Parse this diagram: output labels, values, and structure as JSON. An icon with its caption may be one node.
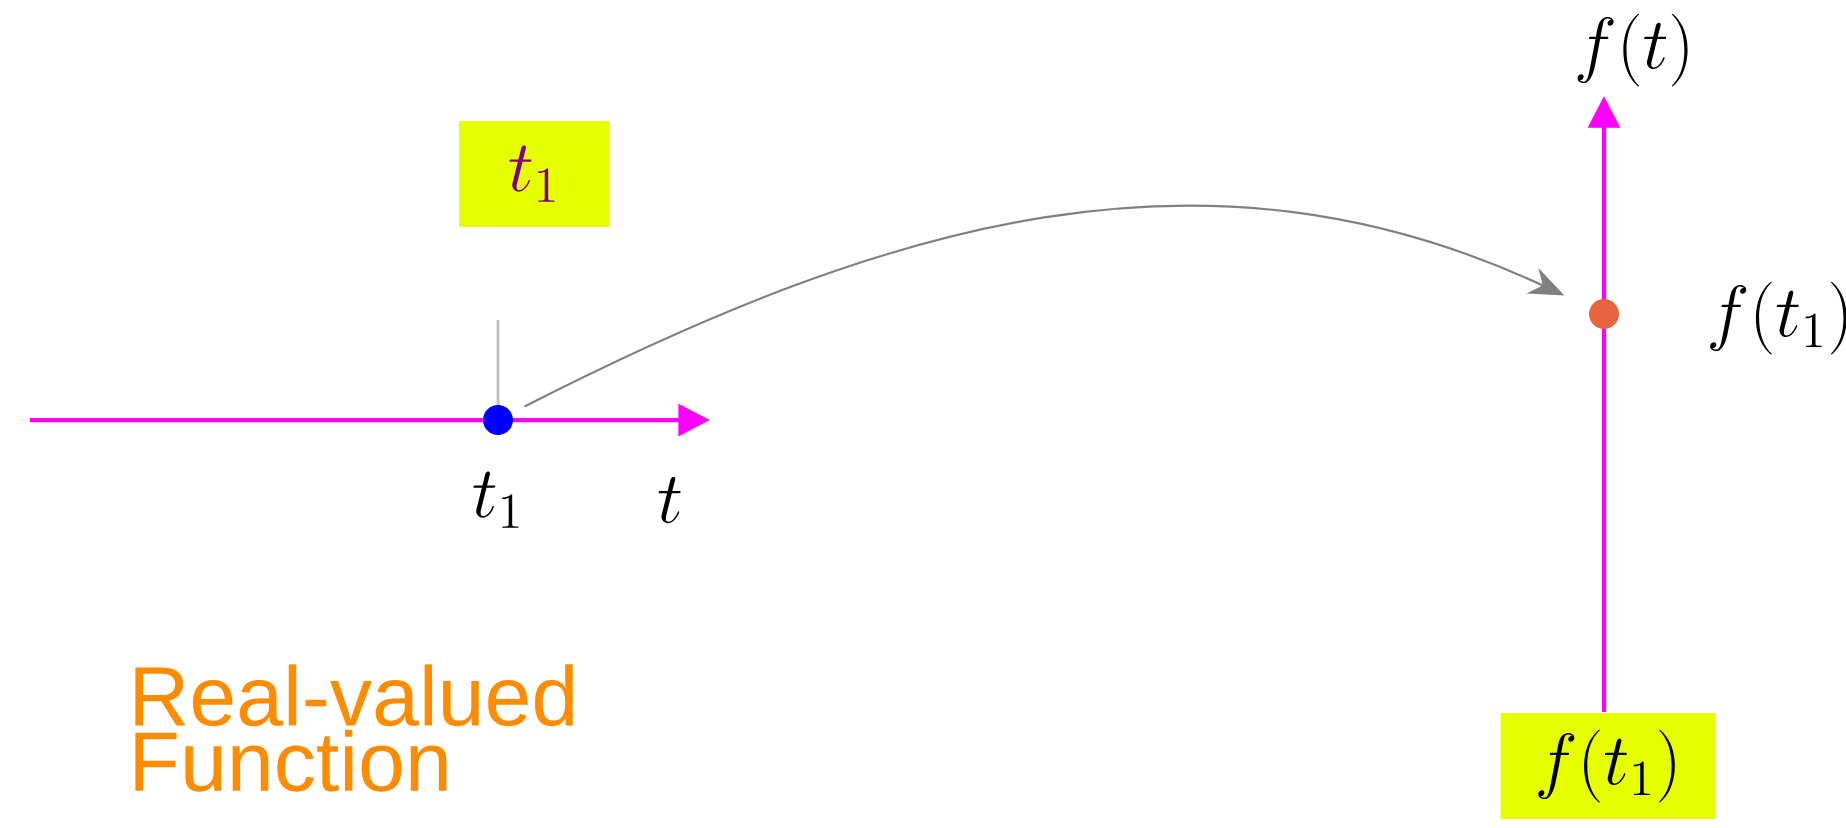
{
  "diagram": {
    "nodes": [
      {
        "text": [
          "t_1"
        ]
      },
      {
        "text": [],
        "shape": "circle"
      },
      {
        "text": [],
        "shape": "circle",
        "beside": [
          "f(t_1)"
        ]
      },
      {
        "text": [
          "f(t_1)"
        ]
      }
    ],
    "edges": [
      {
        "from": 1,
        "to": 2,
        "arrow": "to",
        "color": "#808080"
      }
    ],
    "labels": [
      "f(t)",
      "t_1",
      "t",
      "Real-valued Function"
    ]
  }
}
